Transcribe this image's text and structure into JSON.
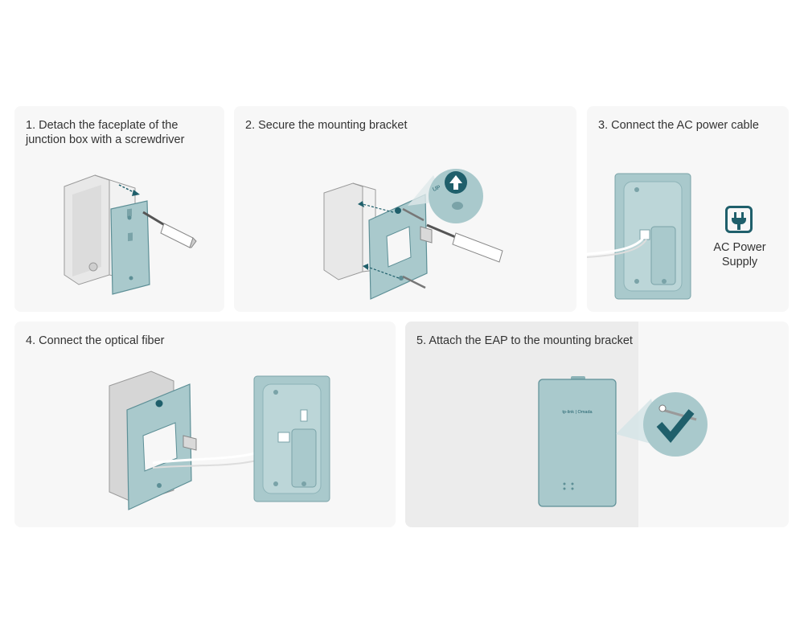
{
  "steps": [
    {
      "caption": "1. Detach the faceplate of the\njunction box with a screwdriver"
    },
    {
      "caption": "2. Secure the mounting bracket"
    },
    {
      "caption": "3. Connect the AC power cable"
    },
    {
      "caption": "4. Connect the optical fiber"
    },
    {
      "caption": "5. Attach the EAP to the mounting bracket"
    }
  ],
  "ac_power": {
    "label": "AC Power\nSupply",
    "icon": "plug-icon"
  },
  "bracket": {
    "up_label": "UP"
  },
  "device": {
    "brand": "tp-link | Omada"
  },
  "colors": {
    "teal": "#a9c9cc",
    "teal_dark": "#1f5f6b",
    "panel_bg": "#f7f7f7",
    "box_gray": "#e6e6e6"
  }
}
